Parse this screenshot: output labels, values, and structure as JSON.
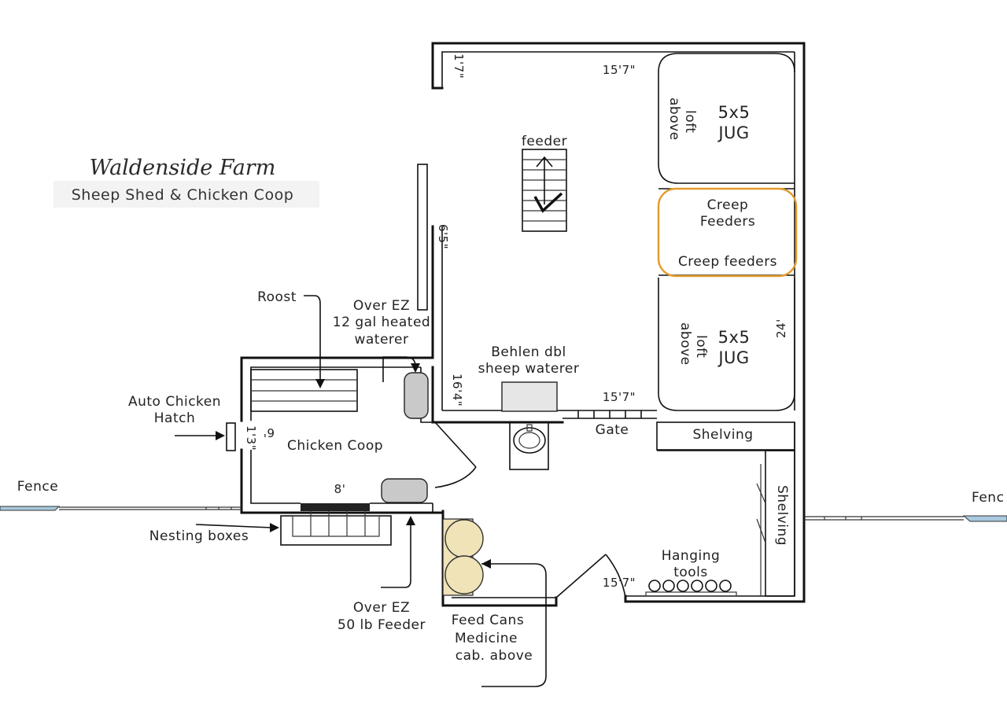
{
  "title": {
    "farm_name": "Waldenside Farm",
    "subtitle": "Sheep Shed & Chicken Coop"
  },
  "labels": {
    "feeder": "feeder",
    "jug_size": "5x5",
    "jug": "JUG",
    "loft": "loft",
    "above": "above",
    "creep_feeders_title": "Creep",
    "creep_feeders_title2": "Feeders",
    "creep_feeders_note": "Creep feeders",
    "roost": "Roost",
    "over_ez_waterer_1": "Over EZ",
    "over_ez_waterer_2": "12 gal heated",
    "over_ez_waterer_3": "waterer",
    "behlen_1": "Behlen dbl",
    "behlen_2": "sheep waterer",
    "auto_hatch_1": "Auto Chicken",
    "auto_hatch_2": "Hatch",
    "chicken_coop": "Chicken Coop",
    "gate": "Gate",
    "shelving_top": "Shelving",
    "shelving_side": "Shelving",
    "fence_left": "Fence",
    "fence_right": "Fenc",
    "nesting_boxes": "Nesting boxes",
    "hanging_tools_1": "Hanging",
    "hanging_tools_2": "tools",
    "over_ez_feeder_1": "Over EZ",
    "over_ez_feeder_2": "50 lb Feeder",
    "feed_cans_1": "Feed Cans",
    "feed_cans_2": "Medicine",
    "feed_cans_3": "cab. above"
  },
  "dimensions": {
    "top_width": "15'7\"",
    "top_left": "1'7\"",
    "inner_wall": "6'5\"",
    "right_height": "24'",
    "mid_width": "15'7\"",
    "left_height": "16'4\"",
    "bottom_width": "15'7\"",
    "coop_width": "8'",
    "coop_height_1": "1'3\"",
    "coop_height_2": "6'"
  },
  "colors": {
    "creep_highlight": "#e39a2a",
    "feed_can_fill": "#efe3b7",
    "fixture_fill": "#c9c9c9",
    "fence_fill": "#a9c9de"
  }
}
